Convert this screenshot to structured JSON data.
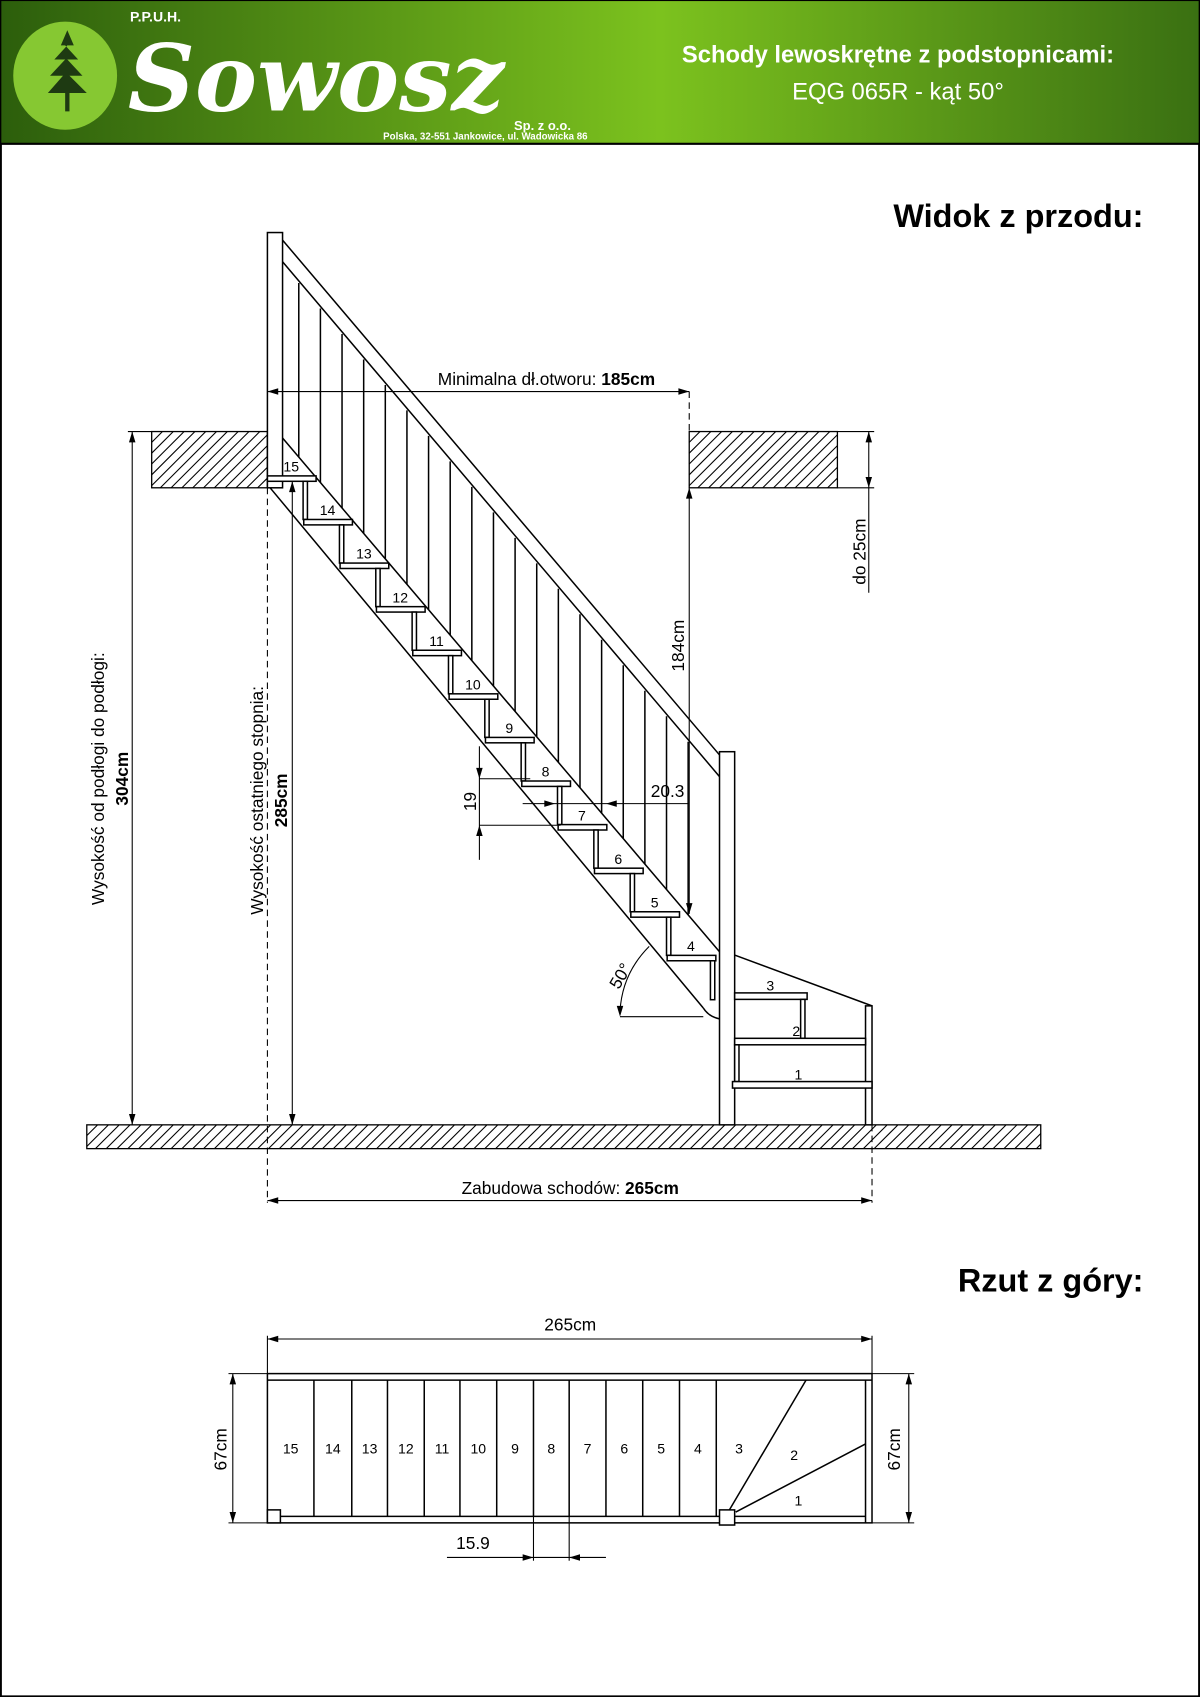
{
  "header": {
    "company_prefix": "P.P.U.H.",
    "brand": "Sowosz",
    "company_suffix": "Sp. z o.o.",
    "address": "Polska, 32-551 Jankowice, ul. Wadowicka 86",
    "title_line1": "Schody lewoskrętne z podstopnicami:",
    "title_line2": "EQG 065R - kąt 50°",
    "colors": {
      "dark_green": "#2c5e0c",
      "lime": "#7cc21e",
      "logo_circle": "#86c832",
      "tree": "#1e3a12"
    }
  },
  "front_view": {
    "title": "Widok z przodu:",
    "opening_label": "Minimalna dł.otworu: ",
    "opening_value": "185cm",
    "ceiling_label": "do 25cm",
    "headroom": "184cm",
    "floor_to_floor_label": "Wysokość od podłogi do podłogi:",
    "floor_to_floor_value": "304cm",
    "last_step_label": "Wysokość ostatniego stopnia:",
    "last_step_value": "285cm",
    "rise": "19",
    "going": "20.3",
    "angle": "50°",
    "footprint_label": "Zabudowa schodów: ",
    "footprint_value": "265cm",
    "steps": [
      "15",
      "14",
      "13",
      "12",
      "11",
      "10",
      "9",
      "8",
      "7",
      "6",
      "5",
      "4",
      "3",
      "2",
      "1"
    ]
  },
  "top_view": {
    "title": "Rzut z góry:",
    "length": "265cm",
    "width_left": "67cm",
    "width_right": "67cm",
    "tread_depth": "15.9",
    "steps": [
      "15",
      "14",
      "13",
      "12",
      "11",
      "10",
      "9",
      "8",
      "7",
      "6",
      "5",
      "4",
      "3",
      "2",
      "1"
    ]
  }
}
